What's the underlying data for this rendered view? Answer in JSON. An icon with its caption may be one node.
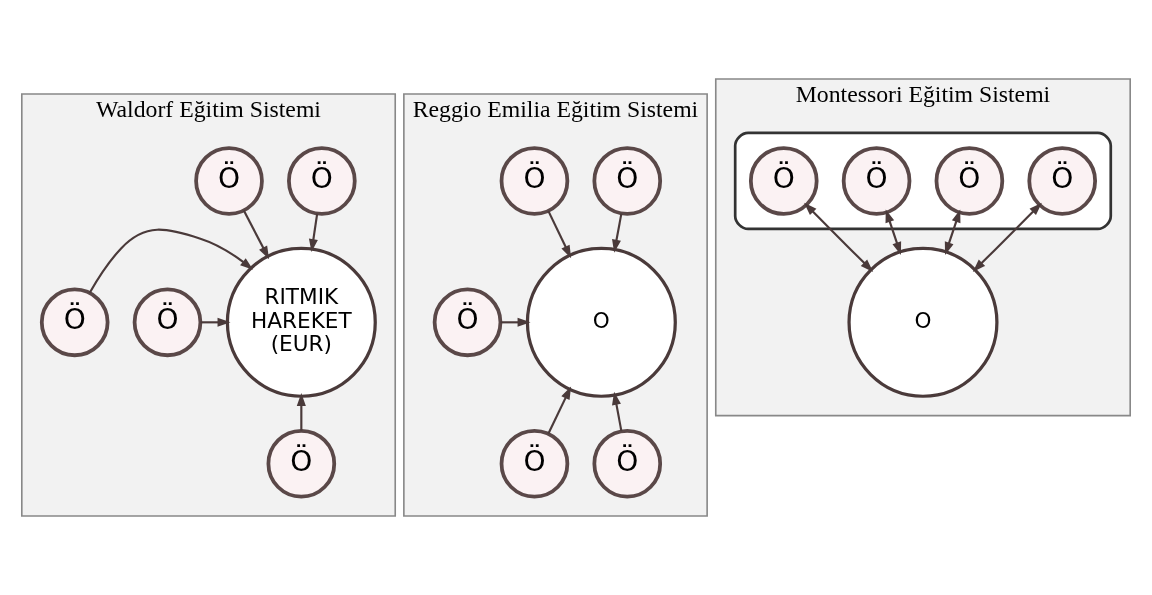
{
  "diagram": {
    "nodes": [
      {
        "text": [
          "Waldorf Eğitim Sistemi"
        ]
      },
      {
        "text": [
          "RITMIK HAREKET (EUR)"
        ],
        "in": 0
      },
      {
        "text": [
          "Ö"
        ],
        "in": 0
      },
      {
        "text": [
          "Ö"
        ],
        "in": 0
      },
      {
        "text": [
          "Ö"
        ],
        "in": 0
      },
      {
        "text": [
          "Ö"
        ],
        "in": 0
      },
      {
        "text": [
          "Ö"
        ],
        "in": 0
      },
      {
        "text": [
          "Reggio Emilia Eğitim Sistemi"
        ]
      },
      {
        "text": [
          "O"
        ],
        "in": 7
      },
      {
        "text": [
          "Ö"
        ],
        "in": 7
      },
      {
        "text": [
          "Ö"
        ],
        "in": 7
      },
      {
        "text": [
          "Ö"
        ],
        "in": 7
      },
      {
        "text": [
          "Ö"
        ],
        "in": 7
      },
      {
        "text": [
          "Ö"
        ],
        "in": 7
      },
      {
        "text": [
          "Montessori Eğitim Sistemi"
        ]
      },
      {
        "text": [
          "O"
        ],
        "in": 14
      },
      {
        "text": [],
        "shape": "arc",
        "in": 14
      },
      {
        "text": [
          "Ö"
        ],
        "in": 16
      },
      {
        "text": [
          "Ö"
        ],
        "in": 16
      },
      {
        "text": [
          "Ö"
        ],
        "in": 16
      },
      {
        "text": [
          "Ö"
        ],
        "in": 16
      }
    ],
    "edges": [
      {
        "from": 2,
        "to": 1,
        "arrow": "to"
      },
      {
        "from": 3,
        "to": 1,
        "arrow": "to"
      },
      {
        "from": 4,
        "to": 1,
        "arrow": "to"
      },
      {
        "from": 5,
        "to": 1,
        "arrow": "to"
      },
      {
        "from": 6,
        "to": 1,
        "arrow": "to"
      },
      {
        "from": 9,
        "to": 8,
        "arrow": "to"
      },
      {
        "from": 10,
        "to": 8,
        "arrow": "to"
      },
      {
        "from": 11,
        "to": 8,
        "arrow": "to"
      },
      {
        "from": 12,
        "to": 8,
        "arrow": "to"
      },
      {
        "from": 13,
        "to": 8,
        "arrow": "to"
      },
      {
        "from": 17,
        "to": 15,
        "arrow": "both"
      },
      {
        "from": 18,
        "to": 15,
        "arrow": "both"
      },
      {
        "from": 19,
        "to": 15,
        "arrow": "both"
      },
      {
        "from": 20,
        "to": 15,
        "arrow": "both"
      }
    ]
  }
}
